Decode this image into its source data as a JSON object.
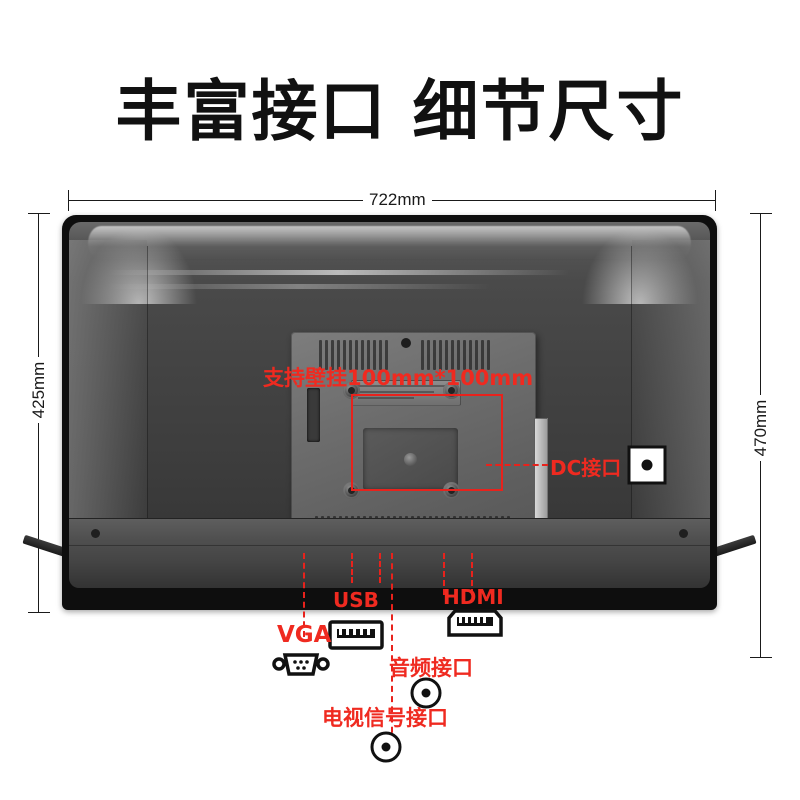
{
  "page": {
    "title": "丰富接口 细节尺寸",
    "background_color": "#ffffff",
    "annotation_color": "#ef2a20",
    "dimension_color": "#1a1a1a"
  },
  "dimensions": {
    "width": {
      "label": "722mm",
      "name": "width-dimension",
      "position": "top"
    },
    "height_left": {
      "label": "425mm",
      "name": "panel-height-dimension",
      "position": "left"
    },
    "height_right": {
      "label": "470mm",
      "name": "total-height-dimension",
      "position": "right"
    }
  },
  "annotations": {
    "vesa": {
      "label": "支持壁挂100mm*100mm"
    },
    "dc": {
      "label": "DC接口",
      "icon": "dc-power-jack-icon"
    },
    "vga": {
      "label": "VGA",
      "icon": "vga-dsub-connector-icon"
    },
    "usb": {
      "label": "USB",
      "icon": "usb-type-a-connector-icon"
    },
    "hdmi": {
      "label": "HDMI",
      "icon": "hdmi-connector-icon"
    },
    "audio": {
      "label": "音频接口",
      "icon": "audio-jack-icon"
    },
    "tv_signal": {
      "label": "电视信号接口",
      "icon": "coaxial-rf-jack-icon"
    }
  },
  "device": {
    "name": "television-rear-view",
    "view": "back-panel",
    "vesa_pattern": "100mm*100mm",
    "screw_holes": 4
  }
}
